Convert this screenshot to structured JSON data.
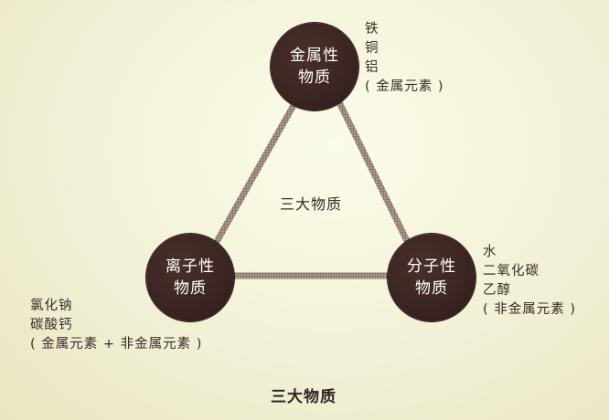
{
  "center_label": "三大物质",
  "caption": "三大物质",
  "nodes": {
    "top": {
      "line1": "金属性",
      "line2": "物质"
    },
    "left": {
      "line1": "离子性",
      "line2": "物质"
    },
    "right": {
      "line1": "分子性",
      "line2": "物质"
    }
  },
  "annotations": {
    "top": [
      "铁",
      "铜",
      "铝",
      "( 金属元素 )"
    ],
    "right": [
      "水",
      "二氧化碳",
      "乙醇",
      "( 非金属元素 )"
    ],
    "left": [
      "氯化钠",
      "碳酸钙",
      "( 金属元素 + 非金属元素 )"
    ]
  },
  "colors": {
    "node_fill": "#3a2422",
    "edge": "#7a6a60",
    "background": "#f4f3da"
  }
}
